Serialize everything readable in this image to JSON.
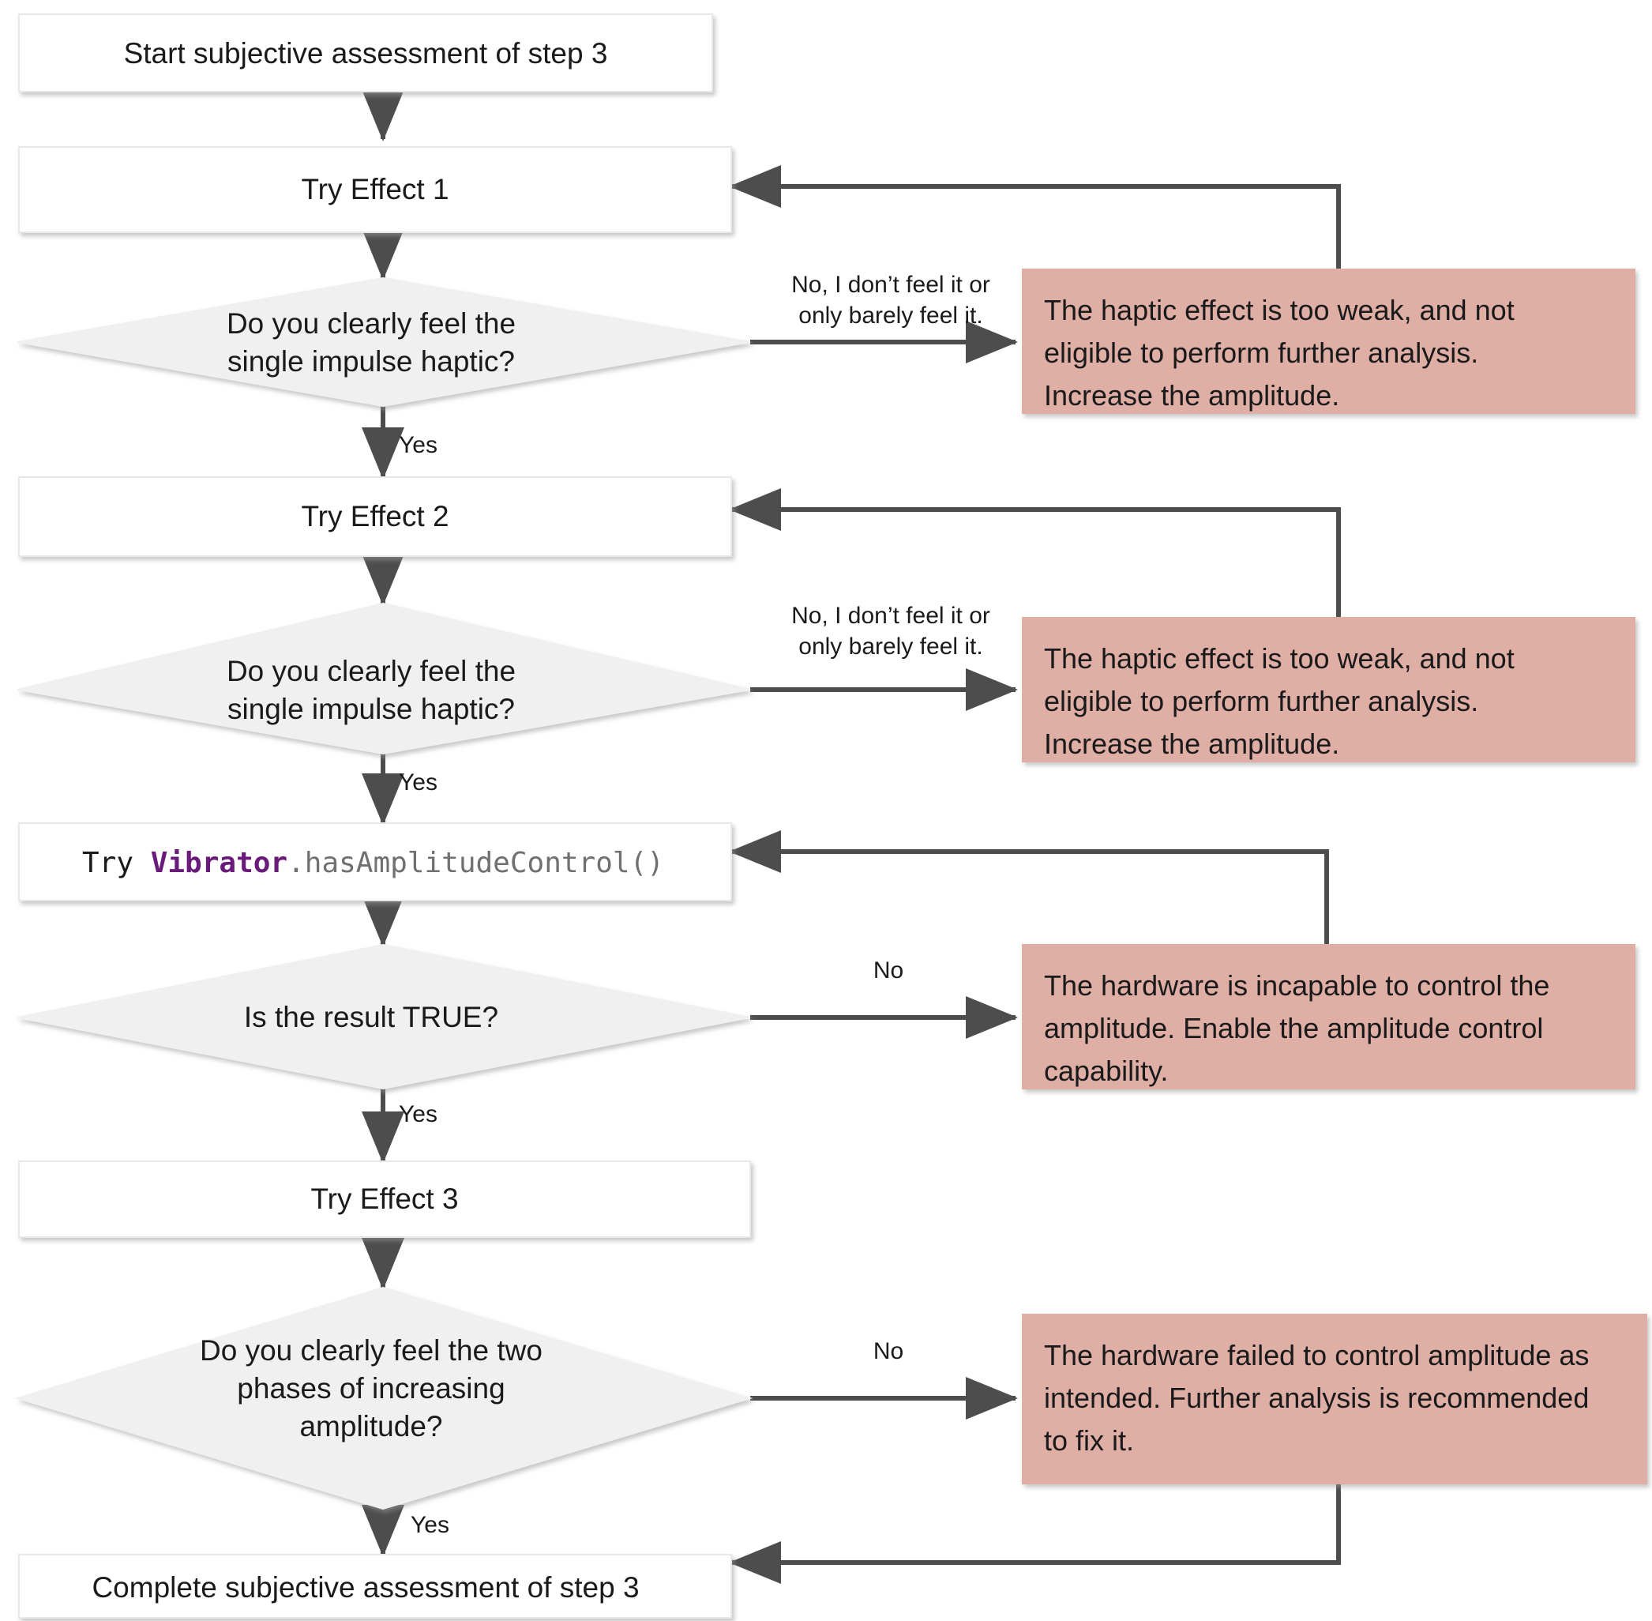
{
  "diagram": {
    "type": "flowchart",
    "title": "Subjective assessment of step 3",
    "colors": {
      "process_fill": "#ffffff",
      "process_stroke": "#e0e0e0",
      "decision_fill": "#f0f0f0",
      "decision_stroke": "#f0f0f0",
      "note_fill": "#dfaea5",
      "note_stroke": "#dfaea5",
      "edge": "#4d4d4d",
      "text": "#1a1a1a",
      "code_keyword": "#6a1b7a",
      "code_dim": "#707070"
    },
    "nodes": {
      "start": {
        "kind": "process",
        "label": "Start subjective assessment of step 3"
      },
      "try_effect_1": {
        "kind": "process",
        "label": "Try Effect 1"
      },
      "decision_1": {
        "kind": "decision",
        "line1": "Do you clearly feel the",
        "line2": "single impulse haptic?"
      },
      "note_1": {
        "kind": "note",
        "line1": "The haptic effect is too weak, and not",
        "line2": "eligible to perform further analysis.",
        "line3": "Increase the amplitude."
      },
      "try_effect_2": {
        "kind": "process",
        "label": "Try Effect 2"
      },
      "decision_2": {
        "kind": "decision",
        "line1": "Do you clearly feel the",
        "line2": "single impulse haptic?"
      },
      "note_2": {
        "kind": "note",
        "line1": "The haptic effect is too weak, and not",
        "line2": "eligible to perform further analysis.",
        "line3": "Increase the amplitude."
      },
      "try_vibrator": {
        "kind": "process-code",
        "prefix": "Try ",
        "keyword": "Vibrator",
        "suffix": ".hasAmplitudeControl()"
      },
      "decision_3": {
        "kind": "decision",
        "line1": "Is the result TRUE?"
      },
      "note_3": {
        "kind": "note",
        "line1": "The hardware is incapable to control the",
        "line2": "amplitude. Enable the amplitude control",
        "line3": "capability."
      },
      "try_effect_3": {
        "kind": "process",
        "label": "Try Effect 3"
      },
      "decision_4": {
        "kind": "decision",
        "line1": "Do you clearly feel the two",
        "line2": "phases of increasing",
        "line3": "amplitude?"
      },
      "note_4": {
        "kind": "note",
        "line1": "The hardware failed to control amplitude as",
        "line2": "intended. Further analysis is recommended",
        "line3": "to fix it."
      },
      "complete": {
        "kind": "process",
        "label": "Complete subjective assessment of step 3"
      }
    },
    "edge_labels": {
      "no_barely_1_line1": "No, I don’t feel it or",
      "no_barely_1_line2": "only barely feel it.",
      "no_barely_2_line1": "No, I don’t feel it or",
      "no_barely_2_line2": "only barely feel it.",
      "yes_1": "Yes",
      "yes_2": "Yes",
      "yes_3": "Yes",
      "yes_4": "Yes",
      "no_3": "No",
      "no_4": "No"
    }
  }
}
